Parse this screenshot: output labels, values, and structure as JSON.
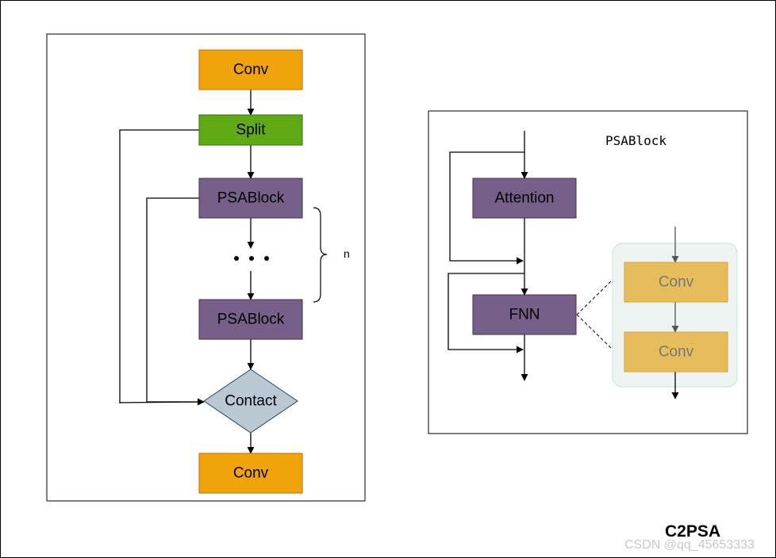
{
  "left_panel": {
    "conv_top": "Conv",
    "split": "Split",
    "psablock_1": "PSABlock",
    "ellipsis": "• • •",
    "psablock_2": "PSABlock",
    "contact": "Contact",
    "conv_bottom": "Conv",
    "repeat_label": "n"
  },
  "right_panel": {
    "title": "PSABlock",
    "attention": "Attention",
    "fnn": "FNN",
    "fnn_conv_1": "Conv",
    "fnn_conv_2": "Conv"
  },
  "caption": "C2PSA",
  "watermark": "CSDN @qq_45653333",
  "colors": {
    "conv": "#f0a30a",
    "split": "#60a917",
    "psablock": "#76608a",
    "contact": "#bac8d3",
    "inner_conv": "#e6bd5a",
    "inner_panel": "#eef4f2"
  }
}
